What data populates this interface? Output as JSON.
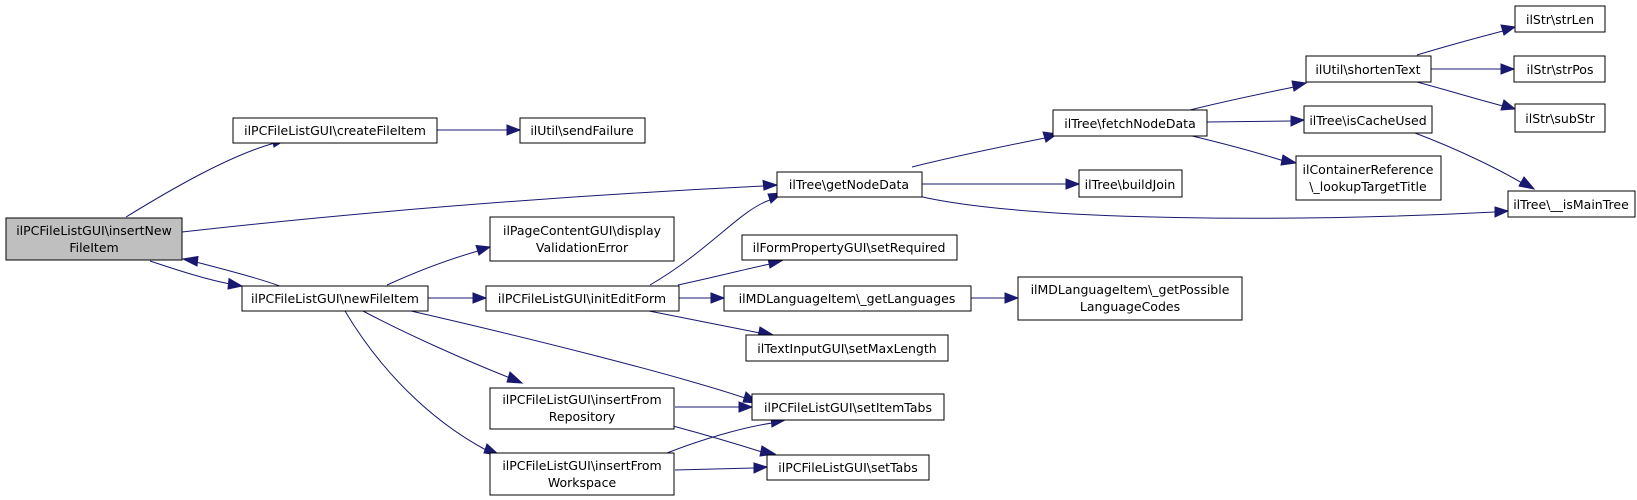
{
  "colors": {
    "edge": "#191970",
    "root_fill": "#bfbfbf",
    "node_fill": "#ffffff",
    "node_stroke": "#000000"
  },
  "nodes": {
    "insertNewFileItem": {
      "lines": [
        "ilPCFileListGUI\\insertNew",
        "FileItem"
      ],
      "root": true
    },
    "createFileItem": {
      "lines": [
        "ilPCFileListGUI\\createFileItem"
      ]
    },
    "sendFailure": {
      "lines": [
        "ilUtil\\sendFailure"
      ]
    },
    "getNodeData": {
      "lines": [
        "ilTree\\getNodeData"
      ]
    },
    "newFileItem": {
      "lines": [
        "ilPCFileListGUI\\newFileItem"
      ]
    },
    "displayValidationError": {
      "lines": [
        "ilPageContentGUI\\display",
        "ValidationError"
      ]
    },
    "initEditForm": {
      "lines": [
        "ilPCFileListGUI\\initEditForm"
      ]
    },
    "insertFromRepository": {
      "lines": [
        "ilPCFileListGUI\\insertFrom",
        "Repository"
      ]
    },
    "insertFromWorkspace": {
      "lines": [
        "ilPCFileListGUI\\insertFrom",
        "Workspace"
      ]
    },
    "setItemTabs": {
      "lines": [
        "ilPCFileListGUI\\setItemTabs"
      ]
    },
    "setTabs": {
      "lines": [
        "ilPCFileListGUI\\setTabs"
      ]
    },
    "setRequired": {
      "lines": [
        "ilFormPropertyGUI\\setRequired"
      ]
    },
    "getLanguages": {
      "lines": [
        "ilMDLanguageItem\\_getLanguages"
      ]
    },
    "setMaxLength": {
      "lines": [
        "ilTextInputGUI\\setMaxLength"
      ]
    },
    "getPossibleLanguageCodes": {
      "lines": [
        "ilMDLanguageItem\\_getPossible",
        "LanguageCodes"
      ]
    },
    "fetchNodeData": {
      "lines": [
        "ilTree\\fetchNodeData"
      ]
    },
    "buildJoin": {
      "lines": [
        "ilTree\\buildJoin"
      ]
    },
    "shortenText": {
      "lines": [
        "ilUtil\\shortenText"
      ]
    },
    "isCacheUsed": {
      "lines": [
        "ilTree\\isCacheUsed"
      ]
    },
    "lookupTargetTitle": {
      "lines": [
        "ilContainerReference",
        "\\_lookupTargetTitle"
      ]
    },
    "isMainTree": {
      "lines": [
        "ilTree\\__isMainTree"
      ]
    },
    "strLen": {
      "lines": [
        "ilStr\\strLen"
      ]
    },
    "strPos": {
      "lines": [
        "ilStr\\strPos"
      ]
    },
    "subStr": {
      "lines": [
        "ilStr\\subStr"
      ]
    }
  }
}
